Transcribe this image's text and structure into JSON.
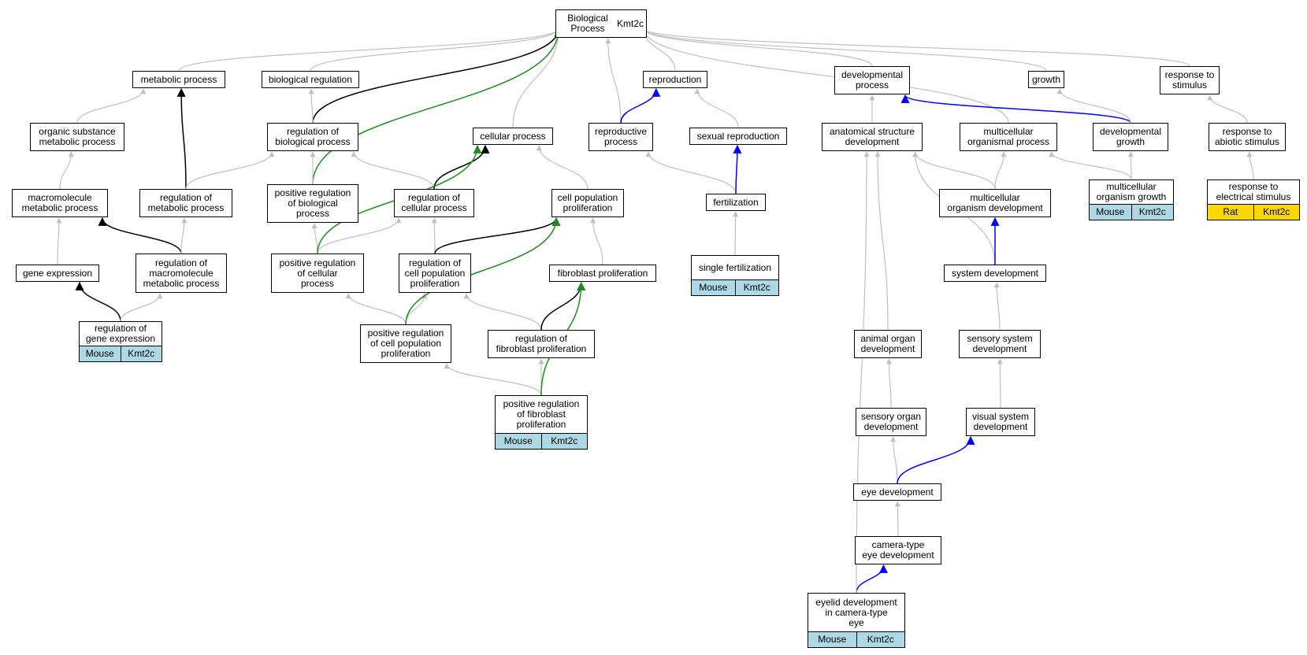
{
  "colors": {
    "is_a_edge": "#c0c0c0",
    "part_of_edge": "#000000",
    "positively_regulates_edge": "#228b22",
    "regulates_edge": "#0000ff",
    "mouse_cell": "#add8e6",
    "rat_cell": "#ffd700",
    "node_border": "#000000"
  },
  "diagram": {
    "root": {
      "line1": "Biological Process",
      "line2": "Kmt2c"
    },
    "terms": {
      "metabolic_process": "metabolic process",
      "biological_regulation": "biological regulation",
      "reproduction": "reproduction",
      "developmental_process": "developmental\nprocess",
      "growth": "growth",
      "response_to_stimulus": "response to\nstimulus",
      "organic_substance_metabolic_process": "organic substance\nmetabolic process",
      "regulation_of_biological_process": "regulation of\nbiological process",
      "cellular_process": "cellular process",
      "reproductive_process": "reproductive\nprocess",
      "sexual_reproduction": "sexual reproduction",
      "anatomical_structure_development": "anatomical structure\ndevelopment",
      "multicellular_organismal_process": "multicellular\norganismal process",
      "developmental_growth": "developmental\ngrowth",
      "response_to_abiotic_stimulus": "response to\nabiotic stimulus",
      "macromolecule_metabolic_process": "macromolecule\nmetabolic process",
      "regulation_of_metabolic_process": "regulation of\nmetabolic process",
      "positive_regulation_of_biological_process": "positive regulation\nof biological\nprocess",
      "regulation_of_cellular_process": "regulation of\ncellular process",
      "cell_population_proliferation": "cell population\nproliferation",
      "fertilization": "fertilization",
      "multicellular_organism_development": "multicellular\norganism development",
      "multicellular_organism_growth": "multicellular\norganism growth",
      "response_to_electrical_stimulus": "response to\nelectrical stimulus",
      "gene_expression": "gene expression",
      "regulation_of_macromolecule_metabolic_process": "regulation of\nmacromolecule\nmetabolic process",
      "positive_regulation_of_cellular_process": "positive regulation\nof cellular\nprocess",
      "regulation_of_cell_population_proliferation": "regulation of\ncell population\nproliferation",
      "fibroblast_proliferation": "fibroblast proliferation",
      "single_fertilization": "single fertilization",
      "system_development": "system development",
      "regulation_of_gene_expression": "regulation of\ngene expression",
      "positive_regulation_of_cell_population_proliferation": "positive regulation\nof cell population\nproliferation",
      "regulation_of_fibroblast_proliferation": "regulation of\nfibroblast proliferation",
      "animal_organ_development": "animal organ\ndevelopment",
      "sensory_system_development": "sensory system\ndevelopment",
      "positive_regulation_of_fibroblast_proliferation": "positive regulation\nof fibroblast\nproliferation",
      "sensory_organ_development": "sensory organ\ndevelopment",
      "visual_system_development": "visual system\ndevelopment",
      "eye_development": "eye development",
      "camera_type_eye_development": "camera-type\neye development",
      "eyelid_development_in_camera_type_eye": "eyelid development\nin camera-type\neye"
    },
    "annotations": {
      "multicellular_organism_growth": {
        "species": "Mouse",
        "gene": "Kmt2c"
      },
      "response_to_electrical_stimulus": {
        "species": "Rat",
        "gene": "Kmt2c"
      },
      "single_fertilization": {
        "species": "Mouse",
        "gene": "Kmt2c"
      },
      "regulation_of_gene_expression": {
        "species": "Mouse",
        "gene": "Kmt2c"
      },
      "positive_regulation_of_fibroblast_proliferation": {
        "species": "Mouse",
        "gene": "Kmt2c"
      },
      "eyelid_development_in_camera_type_eye": {
        "species": "Mouse",
        "gene": "Kmt2c"
      }
    }
  }
}
